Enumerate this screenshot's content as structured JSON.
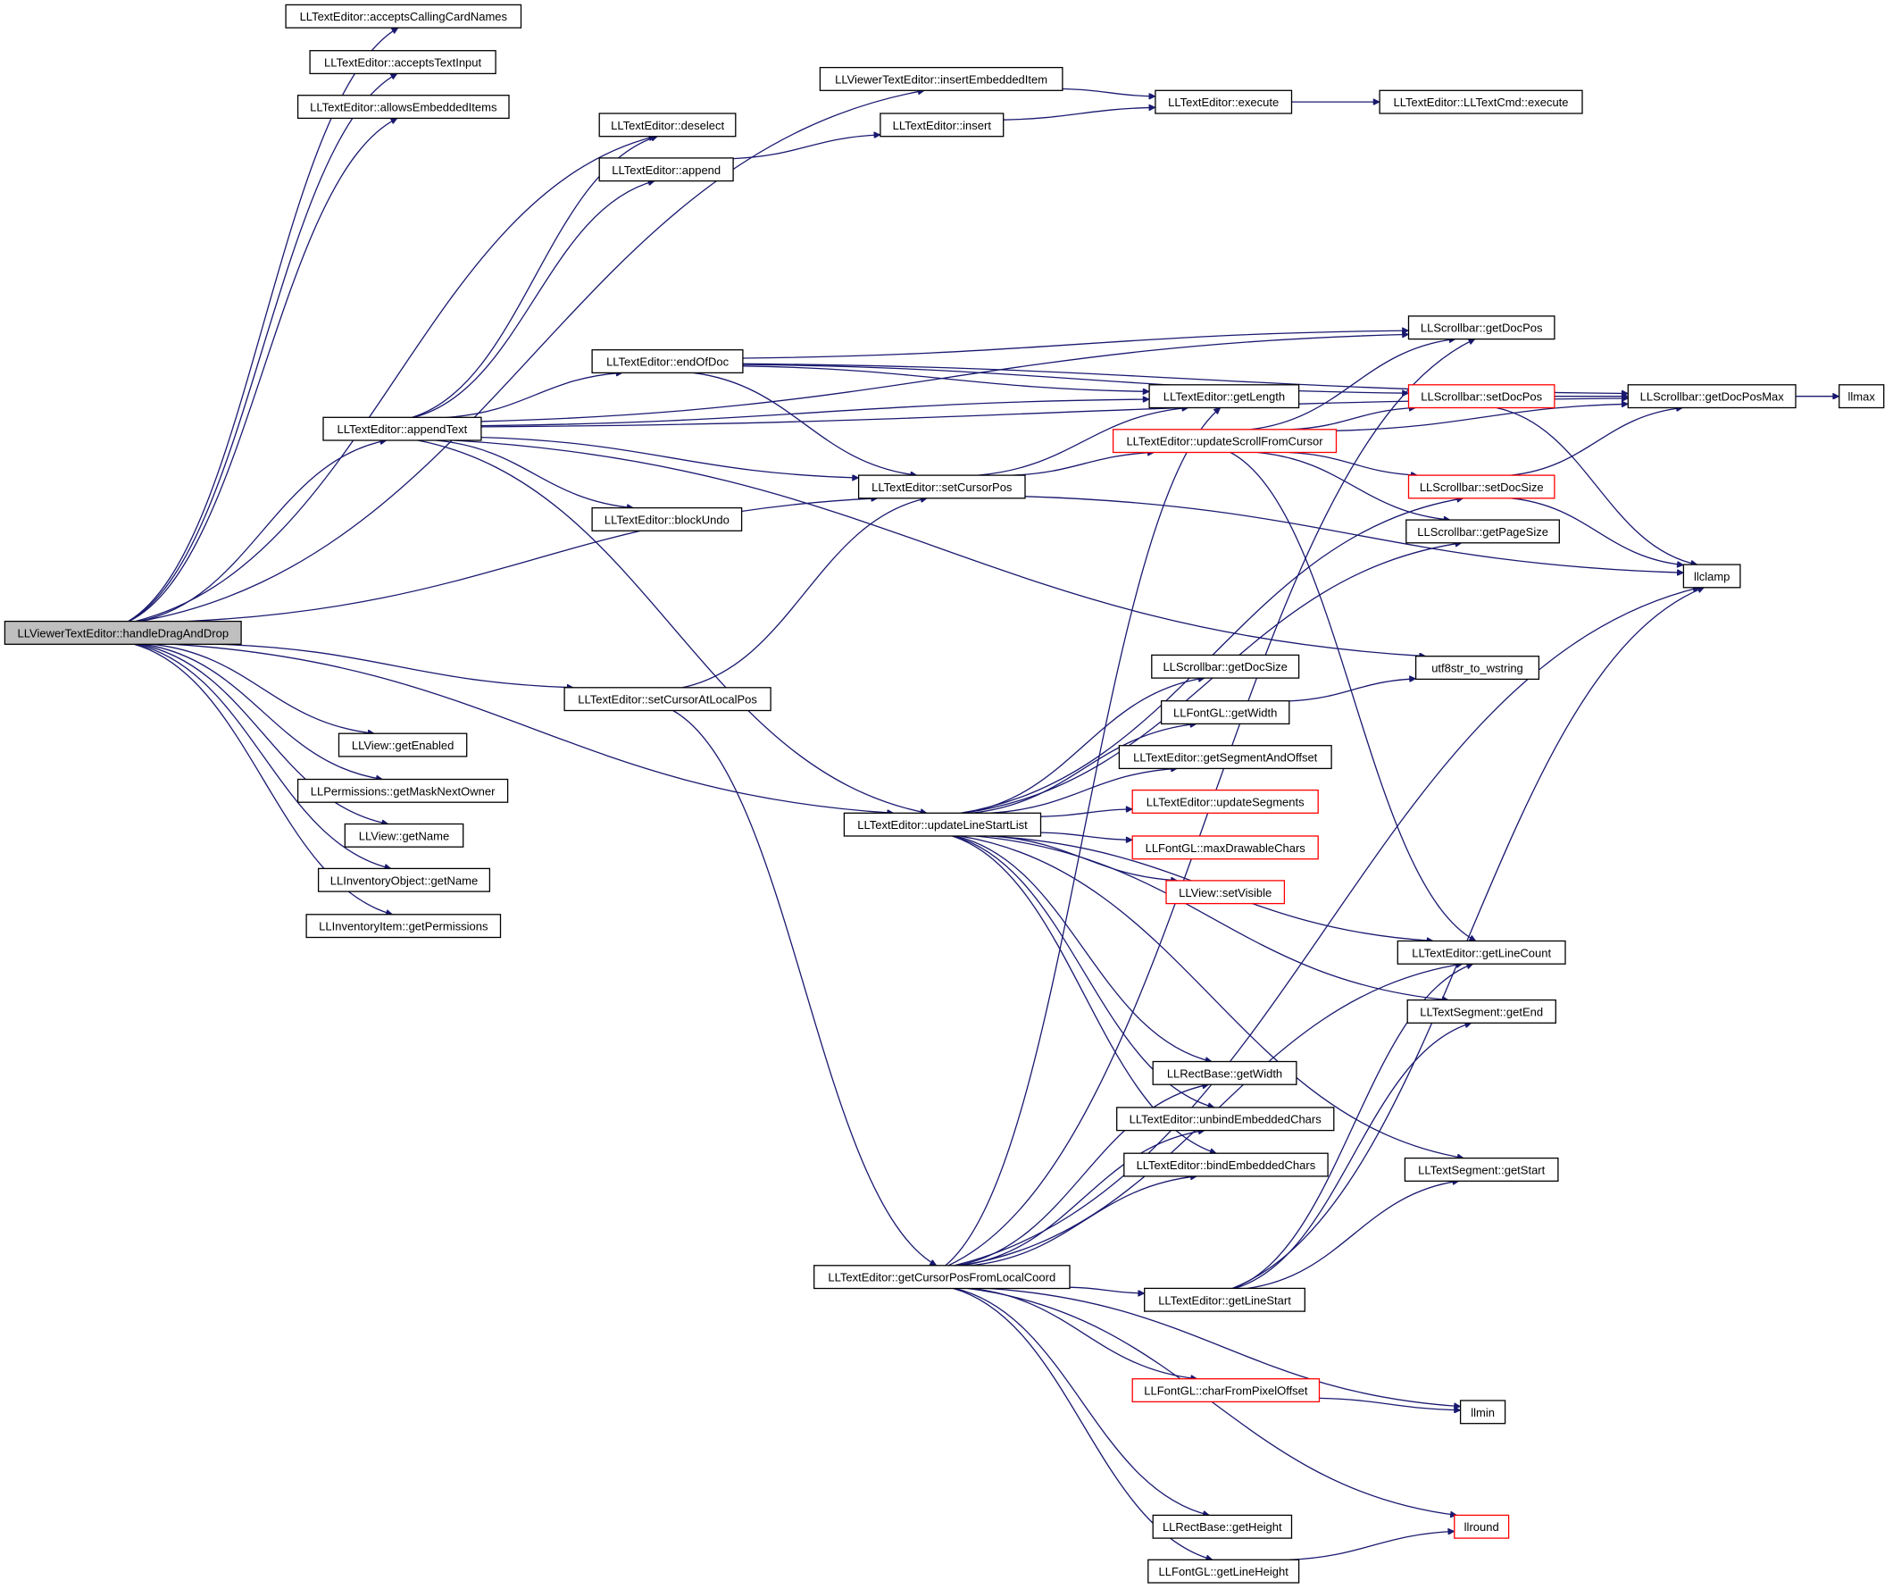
{
  "graph": {
    "colors": {
      "edge": "#191970",
      "box_border": "#000000",
      "highlight_border": "#ff0000",
      "root_fill": "#bfbfbf",
      "background": "#ffffff"
    },
    "nodes": [
      {
        "id": "root",
        "label": "LLViewerTextEditor::handleDragAndDrop",
        "style": "root"
      },
      {
        "id": "acceptsCallingCardNames",
        "label": "LLTextEditor::acceptsCallingCardNames",
        "style": "normal"
      },
      {
        "id": "acceptsTextInput",
        "label": "LLTextEditor::acceptsTextInput",
        "style": "normal"
      },
      {
        "id": "allowsEmbeddedItems",
        "label": "LLTextEditor::allowsEmbeddedItems",
        "style": "normal"
      },
      {
        "id": "insertEmbeddedItem",
        "label": "LLViewerTextEditor::insertEmbeddedItem",
        "style": "normal"
      },
      {
        "id": "execute",
        "label": "LLTextEditor::execute",
        "style": "normal"
      },
      {
        "id": "cmdExecute",
        "label": "LLTextEditor::LLTextCmd::execute",
        "style": "normal"
      },
      {
        "id": "deselect",
        "label": "LLTextEditor::deselect",
        "style": "normal"
      },
      {
        "id": "insert",
        "label": "LLTextEditor::insert",
        "style": "normal"
      },
      {
        "id": "append",
        "label": "LLTextEditor::append",
        "style": "normal"
      },
      {
        "id": "getDocPos",
        "label": "LLScrollbar::getDocPos",
        "style": "normal"
      },
      {
        "id": "endOfDoc",
        "label": "LLTextEditor::endOfDoc",
        "style": "normal"
      },
      {
        "id": "setDocPos",
        "label": "LLScrollbar::setDocPos",
        "style": "red"
      },
      {
        "id": "getDocPosMax",
        "label": "LLScrollbar::getDocPosMax",
        "style": "normal"
      },
      {
        "id": "llmax",
        "label": "llmax",
        "style": "normal"
      },
      {
        "id": "getLength",
        "label": "LLTextEditor::getLength",
        "style": "normal"
      },
      {
        "id": "appendText",
        "label": "LLTextEditor::appendText",
        "style": "normal"
      },
      {
        "id": "updateScrollFromCursor",
        "label": "LLTextEditor::updateScrollFromCursor",
        "style": "red"
      },
      {
        "id": "setCursorPos",
        "label": "LLTextEditor::setCursorPos",
        "style": "normal"
      },
      {
        "id": "setDocSize",
        "label": "LLScrollbar::setDocSize",
        "style": "red"
      },
      {
        "id": "blockUndo",
        "label": "LLTextEditor::blockUndo",
        "style": "normal"
      },
      {
        "id": "getPageSize",
        "label": "LLScrollbar::getPageSize",
        "style": "normal"
      },
      {
        "id": "llclamp",
        "label": "llclamp",
        "style": "normal"
      },
      {
        "id": "utf8str",
        "label": "utf8str_to_wstring",
        "style": "normal"
      },
      {
        "id": "getDocSize",
        "label": "LLScrollbar::getDocSize",
        "style": "normal"
      },
      {
        "id": "setCursorAtLocalPos",
        "label": "LLTextEditor::setCursorAtLocalPos",
        "style": "normal"
      },
      {
        "id": "fontGetWidth",
        "label": "LLFontGL::getWidth",
        "style": "normal"
      },
      {
        "id": "getEnabled",
        "label": "LLView::getEnabled",
        "style": "normal"
      },
      {
        "id": "getSegmentAndOffset",
        "label": "LLTextEditor::getSegmentAndOffset",
        "style": "normal"
      },
      {
        "id": "getMaskNextOwner",
        "label": "LLPermissions::getMaskNextOwner",
        "style": "normal"
      },
      {
        "id": "updateSegments",
        "label": "LLTextEditor::updateSegments",
        "style": "red"
      },
      {
        "id": "updateLineStartList",
        "label": "LLTextEditor::updateLineStartList",
        "style": "normal"
      },
      {
        "id": "viewGetName",
        "label": "LLView::getName",
        "style": "normal"
      },
      {
        "id": "maxDrawableChars",
        "label": "LLFontGL::maxDrawableChars",
        "style": "red"
      },
      {
        "id": "invObjGetName",
        "label": "LLInventoryObject::getName",
        "style": "normal"
      },
      {
        "id": "setVisible",
        "label": "LLView::setVisible",
        "style": "red"
      },
      {
        "id": "getPermissions",
        "label": "LLInventoryItem::getPermissions",
        "style": "normal"
      },
      {
        "id": "getLineCount",
        "label": "LLTextEditor::getLineCount",
        "style": "normal"
      },
      {
        "id": "segGetEnd",
        "label": "LLTextSegment::getEnd",
        "style": "normal"
      },
      {
        "id": "rectGetWidth",
        "label": "LLRectBase::getWidth",
        "style": "normal"
      },
      {
        "id": "unbindEmbeddedChars",
        "label": "LLTextEditor::unbindEmbeddedChars",
        "style": "normal"
      },
      {
        "id": "bindEmbeddedChars",
        "label": "LLTextEditor::bindEmbeddedChars",
        "style": "normal"
      },
      {
        "id": "segGetStart",
        "label": "LLTextSegment::getStart",
        "style": "normal"
      },
      {
        "id": "getCursorPosFromLocalCoord",
        "label": "LLTextEditor::getCursorPosFromLocalCoord",
        "style": "normal"
      },
      {
        "id": "getLineStart",
        "label": "LLTextEditor::getLineStart",
        "style": "normal"
      },
      {
        "id": "charFromPixelOffset",
        "label": "LLFontGL::charFromPixelOffset",
        "style": "red"
      },
      {
        "id": "llmin",
        "label": "llmin",
        "style": "normal"
      },
      {
        "id": "rectGetHeight",
        "label": "LLRectBase::getHeight",
        "style": "normal"
      },
      {
        "id": "llround",
        "label": "llround",
        "style": "red"
      },
      {
        "id": "getLineHeight",
        "label": "LLFontGL::getLineHeight",
        "style": "normal"
      }
    ],
    "edges": [
      [
        "root",
        "acceptsCallingCardNames"
      ],
      [
        "root",
        "acceptsTextInput"
      ],
      [
        "root",
        "allowsEmbeddedItems"
      ],
      [
        "root",
        "insertEmbeddedItem"
      ],
      [
        "root",
        "deselect"
      ],
      [
        "root",
        "appendText"
      ],
      [
        "root",
        "setCursorPos"
      ],
      [
        "root",
        "setCursorAtLocalPos"
      ],
      [
        "root",
        "updateLineStartList"
      ],
      [
        "root",
        "getEnabled"
      ],
      [
        "root",
        "getMaskNextOwner"
      ],
      [
        "root",
        "viewGetName"
      ],
      [
        "root",
        "invObjGetName"
      ],
      [
        "root",
        "getPermissions"
      ],
      [
        "insertEmbeddedItem",
        "execute"
      ],
      [
        "execute",
        "cmdExecute"
      ],
      [
        "insert",
        "execute"
      ],
      [
        "append",
        "insert"
      ],
      [
        "appendText",
        "deselect"
      ],
      [
        "appendText",
        "append"
      ],
      [
        "appendText",
        "getDocPos"
      ],
      [
        "appendText",
        "getDocPosMax"
      ],
      [
        "appendText",
        "endOfDoc"
      ],
      [
        "appendText",
        "getLength"
      ],
      [
        "appendText",
        "setCursorPos"
      ],
      [
        "appendText",
        "blockUndo"
      ],
      [
        "appendText",
        "utf8str"
      ],
      [
        "appendText",
        "updateLineStartList"
      ],
      [
        "endOfDoc",
        "getDocPos"
      ],
      [
        "endOfDoc",
        "getDocPosMax"
      ],
      [
        "endOfDoc",
        "setDocPos"
      ],
      [
        "endOfDoc",
        "getLength"
      ],
      [
        "endOfDoc",
        "setCursorPos"
      ],
      [
        "setDocPos",
        "getDocPosMax"
      ],
      [
        "setDocPos",
        "llclamp"
      ],
      [
        "getDocPosMax",
        "llmax"
      ],
      [
        "setCursorPos",
        "getLength"
      ],
      [
        "setCursorPos",
        "updateScrollFromCursor"
      ],
      [
        "setCursorPos",
        "llclamp"
      ],
      [
        "updateScrollFromCursor",
        "getDocPos"
      ],
      [
        "updateScrollFromCursor",
        "setDocPos"
      ],
      [
        "updateScrollFromCursor",
        "getDocPosMax"
      ],
      [
        "updateScrollFromCursor",
        "setDocSize"
      ],
      [
        "updateScrollFromCursor",
        "getPageSize"
      ],
      [
        "updateScrollFromCursor",
        "getLineCount"
      ],
      [
        "setDocSize",
        "getDocPosMax"
      ],
      [
        "setDocSize",
        "llclamp"
      ],
      [
        "setCursorAtLocalPos",
        "setCursorPos"
      ],
      [
        "setCursorAtLocalPos",
        "getCursorPosFromLocalCoord"
      ],
      [
        "fontGetWidth",
        "utf8str"
      ],
      [
        "updateLineStartList",
        "setDocSize"
      ],
      [
        "updateLineStartList",
        "getPageSize"
      ],
      [
        "updateLineStartList",
        "getDocSize"
      ],
      [
        "updateLineStartList",
        "fontGetWidth"
      ],
      [
        "updateLineStartList",
        "getSegmentAndOffset"
      ],
      [
        "updateLineStartList",
        "updateSegments"
      ],
      [
        "updateLineStartList",
        "maxDrawableChars"
      ],
      [
        "updateLineStartList",
        "setVisible"
      ],
      [
        "updateLineStartList",
        "getLineCount"
      ],
      [
        "updateLineStartList",
        "segGetEnd"
      ],
      [
        "updateLineStartList",
        "rectGetWidth"
      ],
      [
        "updateLineStartList",
        "unbindEmbeddedChars"
      ],
      [
        "updateLineStartList",
        "bindEmbeddedChars"
      ],
      [
        "updateLineStartList",
        "segGetStart"
      ],
      [
        "getCursorPosFromLocalCoord",
        "getLength"
      ],
      [
        "getCursorPosFromLocalCoord",
        "getDocPos"
      ],
      [
        "getCursorPosFromLocalCoord",
        "getLineCount"
      ],
      [
        "getCursorPosFromLocalCoord",
        "rectGetWidth"
      ],
      [
        "getCursorPosFromLocalCoord",
        "unbindEmbeddedChars"
      ],
      [
        "getCursorPosFromLocalCoord",
        "bindEmbeddedChars"
      ],
      [
        "getCursorPosFromLocalCoord",
        "getLineStart"
      ],
      [
        "getCursorPosFromLocalCoord",
        "charFromPixelOffset"
      ],
      [
        "getCursorPosFromLocalCoord",
        "llmin"
      ],
      [
        "getCursorPosFromLocalCoord",
        "rectGetHeight"
      ],
      [
        "getCursorPosFromLocalCoord",
        "llround"
      ],
      [
        "getCursorPosFromLocalCoord",
        "getLineHeight"
      ],
      [
        "getCursorPosFromLocalCoord",
        "llclamp"
      ],
      [
        "getLineStart",
        "getLineCount"
      ],
      [
        "getLineStart",
        "segGetEnd"
      ],
      [
        "getLineStart",
        "segGetStart"
      ],
      [
        "getLineStart",
        "llclamp"
      ],
      [
        "charFromPixelOffset",
        "llmin"
      ],
      [
        "getLineHeight",
        "llround"
      ]
    ]
  }
}
